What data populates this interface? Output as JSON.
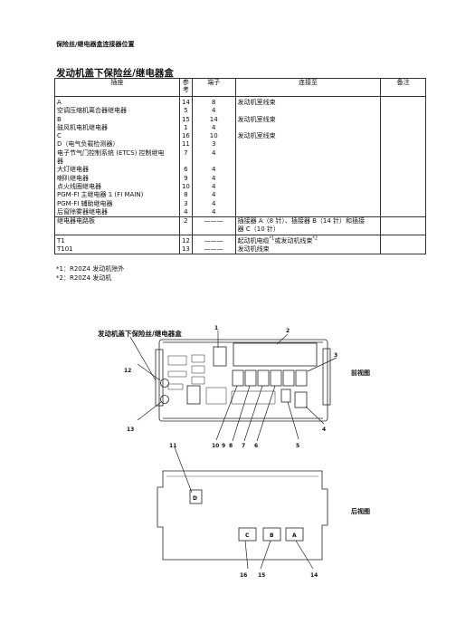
{
  "header": "保险丝/继电器盒连接器位置",
  "section_title": "发动机盖下保险丝/继电器盒",
  "table": {
    "headers": [
      "插座",
      "参考",
      "端子",
      "连接至",
      "备注"
    ],
    "rows": [
      {
        "socket": "A",
        "ref": "14",
        "term": "8",
        "conn": "发动机室线束"
      },
      {
        "socket": "空调压缩机离合器继电器",
        "ref": "5",
        "term": "4",
        "conn": ""
      },
      {
        "socket": "B",
        "ref": "15",
        "term": "14",
        "conn": "发动机室线束"
      },
      {
        "socket": "鼓风机电机继电器",
        "ref": "1",
        "term": "4",
        "conn": ""
      },
      {
        "socket": "C",
        "ref": "16",
        "term": "10",
        "conn": "发动机室线束"
      },
      {
        "socket": "D（电气负载检测器）",
        "ref": "11",
        "term": "3",
        "conn": ""
      },
      {
        "socket": "电子节气门控制系统 (ETCS) 控制继电",
        "ref": "7",
        "term": "4",
        "conn": ""
      },
      {
        "socket": "器",
        "ref": "",
        "term": "",
        "conn": ""
      },
      {
        "socket": "大灯继电器",
        "ref": "6",
        "term": "4",
        "conn": ""
      },
      {
        "socket": "喇叭继电器",
        "ref": "9",
        "term": "4",
        "conn": ""
      },
      {
        "socket": "点火线圈继电器",
        "ref": "10",
        "term": "4",
        "conn": ""
      },
      {
        "socket": "PGM-FI 主继电器 1 (FI MAIN)",
        "ref": "8",
        "term": "4",
        "conn": ""
      },
      {
        "socket": "PGM-FI 辅助继电器",
        "ref": "3",
        "term": "4",
        "conn": ""
      },
      {
        "socket": "后窗除雾器继电器",
        "ref": "4",
        "term": "4",
        "conn": ""
      },
      {
        "socket": "继电器电路板",
        "ref": "2",
        "term": "———",
        "conn": "插接器 A（8 针）、插接器 B（14 针）和插接"
      },
      {
        "socket": "",
        "ref": "",
        "term": "",
        "conn": "器 C（10 针）"
      },
      {
        "socket": "T1",
        "ref": "12",
        "term": "———",
        "conn": "起动机电缆",
        "sup": "*1",
        "conn_b": "或发动机线束",
        "sup2": "*2"
      },
      {
        "socket": "T101",
        "ref": "13",
        "term": "———",
        "conn": "发动机线束"
      }
    ]
  },
  "footnotes": [
    "*1：R20Z4 发动机除外",
    "*2：R20Z4 发动机"
  ],
  "diagram": {
    "title": "发动机盖下保险丝/继电器盒",
    "front_view": "前视图",
    "rear_view": "后视图",
    "callouts": [
      "1",
      "2",
      "3",
      "4",
      "5",
      "6",
      "7",
      "8",
      "9",
      "10",
      "11",
      "12",
      "13",
      "14",
      "15",
      "16"
    ],
    "socket_labels": {
      "d": "D",
      "c": "C",
      "b": "B",
      "a": "A"
    }
  }
}
